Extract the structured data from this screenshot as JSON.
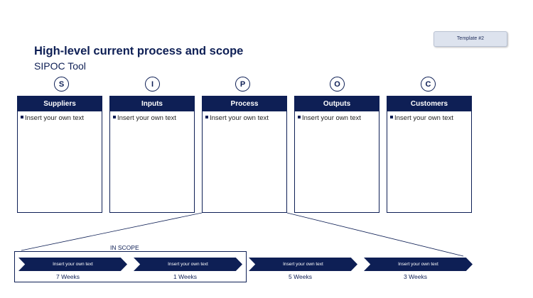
{
  "template_tag": "Template #2",
  "title": "High-level current process and scope",
  "subtitle": "SIPOC Tool",
  "columns": [
    {
      "letter": "S",
      "header": "Suppliers",
      "bullet_text": "Insert your own text"
    },
    {
      "letter": "I",
      "header": "Inputs",
      "bullet_text": "Insert your own text"
    },
    {
      "letter": "P",
      "header": "Process",
      "bullet_text": "Insert your own text"
    },
    {
      "letter": "O",
      "header": "Outputs",
      "bullet_text": "Insert your own text"
    },
    {
      "letter": "C",
      "header": "Customers",
      "bullet_text": "Insert your own text"
    }
  ],
  "scope_label": "IN SCOPE",
  "steps": [
    {
      "text": "Insert your own text",
      "duration": "7 Weeks"
    },
    {
      "text": "Insert your own text",
      "duration": "1 Weeks"
    },
    {
      "text": "Insert your own text",
      "duration": "5 Weeks"
    },
    {
      "text": "Insert your own text",
      "duration": "3 Weeks"
    }
  ],
  "colors": {
    "primary": "#0e1f55",
    "tag_bg": "#dde3ee"
  }
}
